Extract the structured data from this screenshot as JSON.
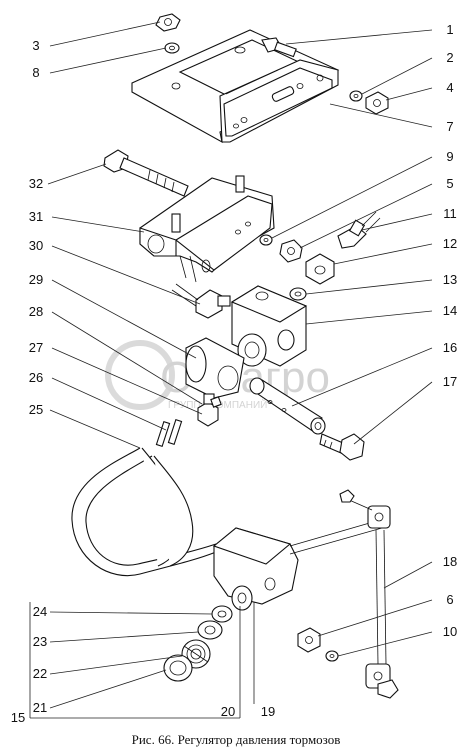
{
  "caption": "Рис. 66. Регулятор давления тормозов",
  "watermark": {
    "brand": "Селагро",
    "sub": "ГРУППА КОМПАНИЙ"
  },
  "callouts": {
    "n1": "1",
    "n2": "2",
    "n3": "3",
    "n4": "4",
    "n5": "5",
    "n6": "6",
    "n7": "7",
    "n8": "8",
    "n9": "9",
    "n10": "10",
    "n11": "11",
    "n12": "12",
    "n13": "13",
    "n14": "14",
    "n15": "15",
    "n16": "16",
    "n17": "17",
    "n18": "18",
    "n19": "19",
    "n20": "20",
    "n21": "21",
    "n22": "22",
    "n23": "23",
    "n24": "24",
    "n25": "25",
    "n26": "26",
    "n27": "27",
    "n28": "28",
    "n29": "29",
    "n30": "30",
    "n31": "31",
    "n32": "32"
  }
}
